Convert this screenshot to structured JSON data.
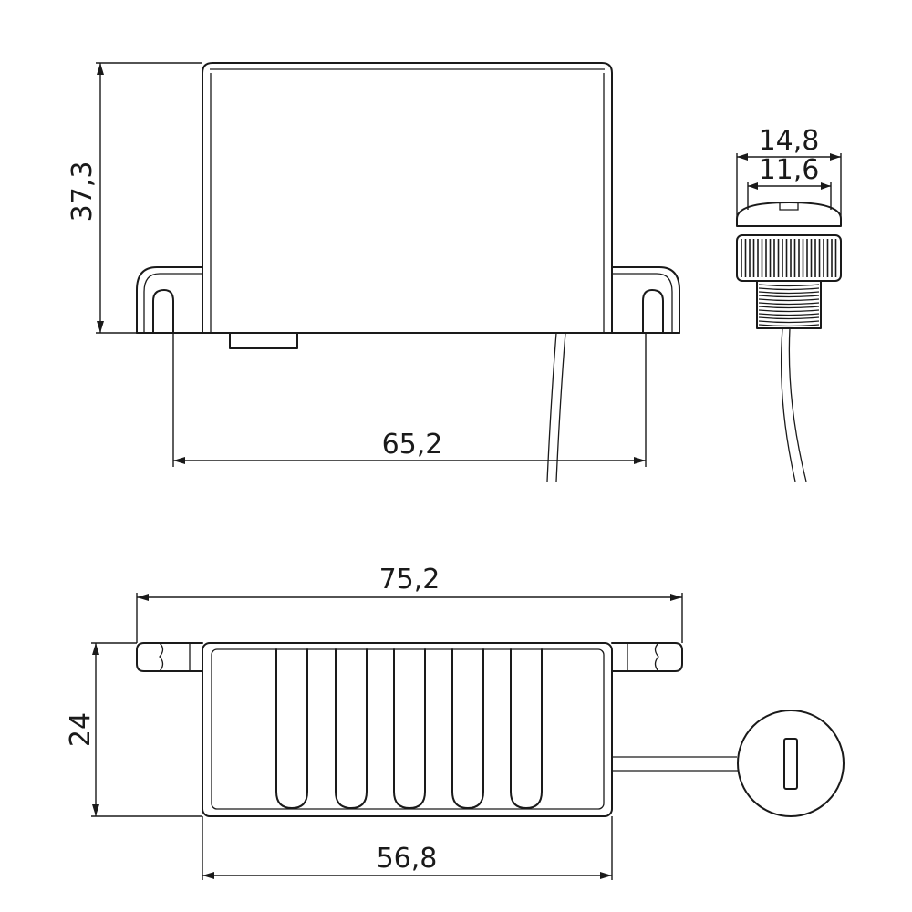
{
  "dimensions": {
    "height": "37,3",
    "mount_hole_span": "65,2",
    "cap_outer_diameter": "14,8",
    "cap_inner_diameter": "11,6",
    "total_length": "75,2",
    "depth": "24",
    "body_length": "56,8"
  }
}
